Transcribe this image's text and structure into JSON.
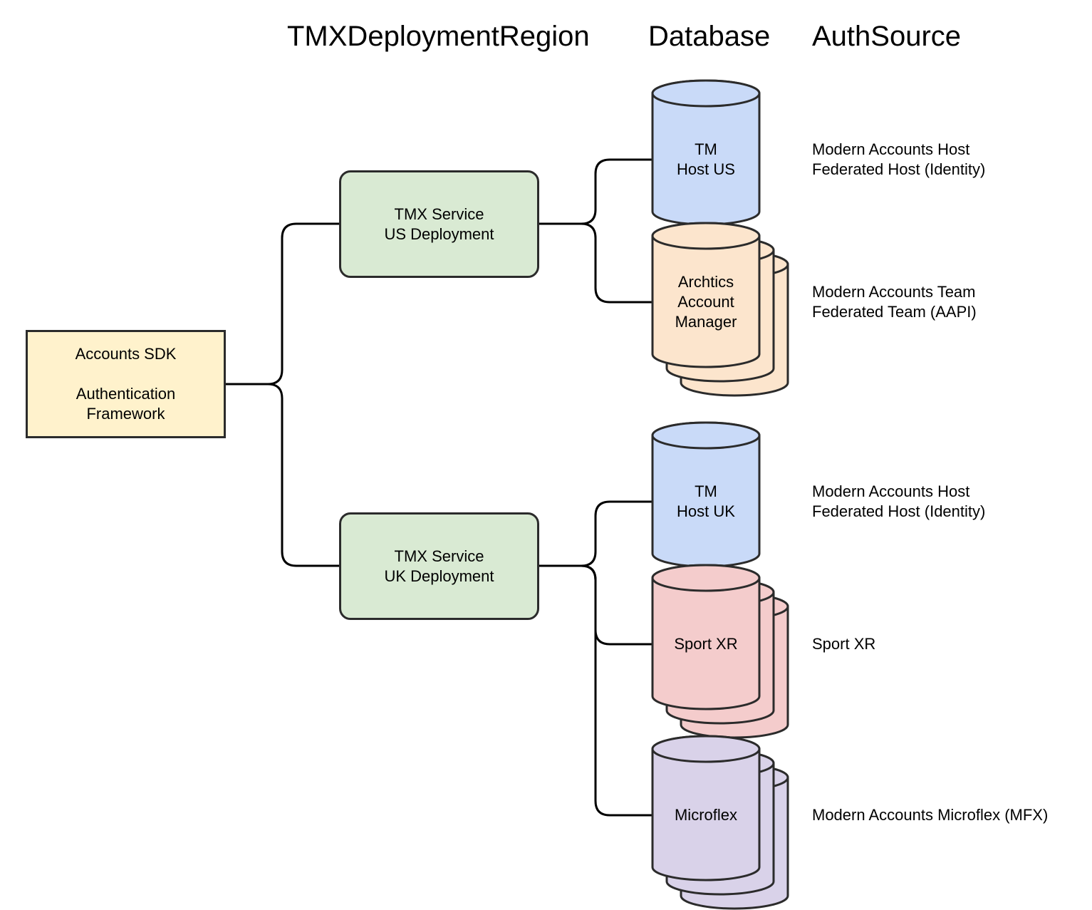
{
  "headers": {
    "region": "TMXDeploymentRegion",
    "database": "Database",
    "auth": "AuthSource"
  },
  "root": {
    "line1": "Accounts SDK",
    "line2": "Authentication",
    "line3": "Framework"
  },
  "services": {
    "us": {
      "line1": "TMX Service",
      "line2": "US Deployment"
    },
    "uk": {
      "line1": "TMX Service",
      "line2": "UK Deployment"
    }
  },
  "databases": {
    "tm_us": {
      "lines": [
        "TM",
        "Host US"
      ],
      "color": "#c9daf8"
    },
    "archtics": {
      "lines": [
        "Archtics",
        "Account",
        "Manager"
      ],
      "color": "#fce5cd"
    },
    "tm_uk": {
      "lines": [
        "TM",
        "Host UK"
      ],
      "color": "#c9daf8"
    },
    "sportxr": {
      "lines": [
        "Sport XR"
      ],
      "color": "#f4cccc"
    },
    "microflex": {
      "lines": [
        "Microflex"
      ],
      "color": "#d9d2e9"
    }
  },
  "auth_sources": {
    "tm_us": [
      "Modern Accounts Host",
      "Federated Host (Identity)"
    ],
    "archtics": [
      "Modern Accounts Team",
      "Federated Team (AAPI)"
    ],
    "tm_uk": [
      "Modern Accounts Host",
      "Federated Host (Identity)"
    ],
    "sportxr": [
      "Sport XR"
    ],
    "microflex": [
      "Modern Accounts Microflex (MFX)"
    ]
  },
  "colors": {
    "root_fill": "#fff2cc",
    "service_fill": "#d9ead3",
    "stroke": "#2b2b2b"
  }
}
